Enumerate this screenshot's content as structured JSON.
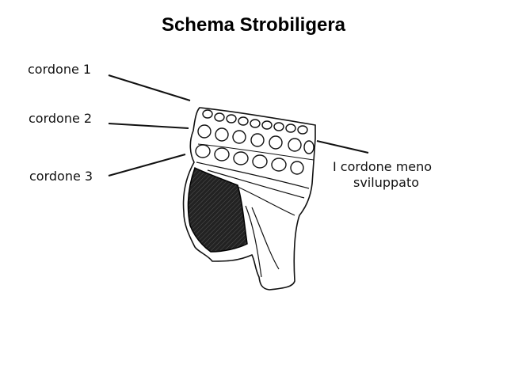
{
  "title": "Schema Strobiligera",
  "labels": {
    "cordone_1": "cordone 1",
    "cordone_2": "cordone 2",
    "cordone_3": "cordone 3",
    "cordone_meno_line1": "I cordone meno",
    "cordone_meno_line2": "sviluppato"
  },
  "colors": {
    "ink": "#111111",
    "background": "#ffffff"
  }
}
